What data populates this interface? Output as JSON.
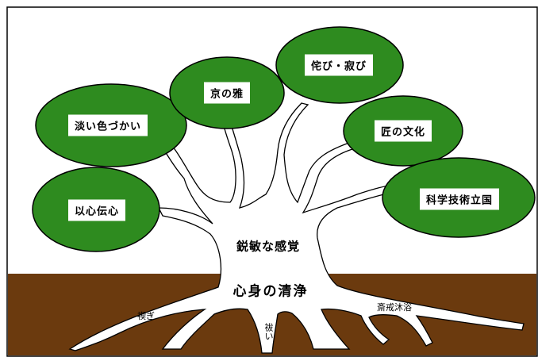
{
  "leaves": [
    {
      "id": "ishin-denshin",
      "label": "以心伝心"
    },
    {
      "id": "awai-irozukai",
      "label": "淡い色づかい"
    },
    {
      "id": "kyo-no-miyabi",
      "label": "京の雅"
    },
    {
      "id": "wabi-sabi",
      "label": "侘び・寂び"
    },
    {
      "id": "takumi-bunka",
      "label": "匠の文化"
    },
    {
      "id": "kagaku-gijutsu",
      "label": "科学技術立国"
    }
  ],
  "trunk": {
    "upper_label": "鋭敏な感覚",
    "lower_label": "心身の清浄"
  },
  "roots": {
    "misogi": "禊ぎ",
    "harai": "祓い",
    "saikai": "斎戒沐浴"
  },
  "colors": {
    "leaf_fill": "#2e8b1f",
    "soil": "#6b3a0e",
    "line": "#000000",
    "background": "#ffffff"
  }
}
